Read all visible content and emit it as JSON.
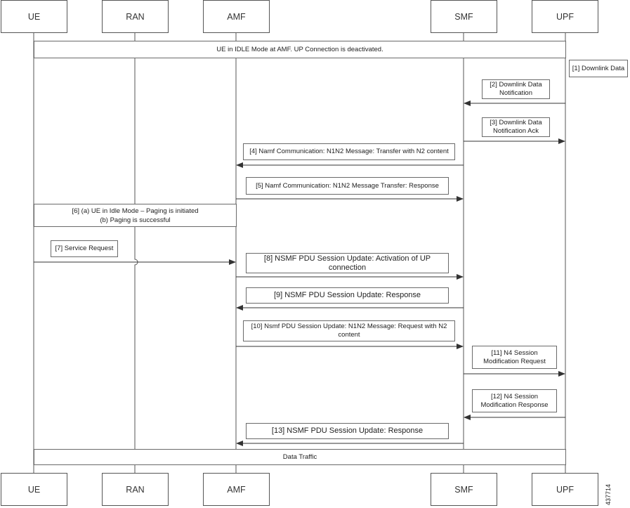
{
  "participants": {
    "ue": "UE",
    "ran": "RAN",
    "amf": "AMF",
    "smf": "SMF",
    "upf": "UPF"
  },
  "notes": {
    "idle_mode": "UE in IDLE Mode at AMF. UP Connection is deactivated.",
    "paging_a": "[6] (a) UE in Idle Mode – Paging is initiated",
    "paging_b": "(b) Paging is successful",
    "data_traffic": "Data Traffic",
    "downlink_data": "[1] Downlink Data"
  },
  "messages": {
    "m2": "[2] Downlink Data Notification",
    "m3": "[3] Downlink Data Notification Ack",
    "m4": "[4] Namf Communication: N1N2 Message: Transfer with N2 content",
    "m5": "[5] Namf Communication: N1N2 Message Transfer: Response",
    "m7": "[7] Service Request",
    "m8": "[8] NSMF PDU Session Update: Activation of UP connection",
    "m9": "[9] NSMF PDU Session Update: Response",
    "m10": "[10] Nsmf PDU Session Update: N1N2 Message: Request with N2 content",
    "m11": "[11] N4 Session Modification Request",
    "m12": "[12] N4 Session Modification Response",
    "m13": "[13] NSMF PDU Session Update: Response"
  },
  "figure_number": "437714"
}
